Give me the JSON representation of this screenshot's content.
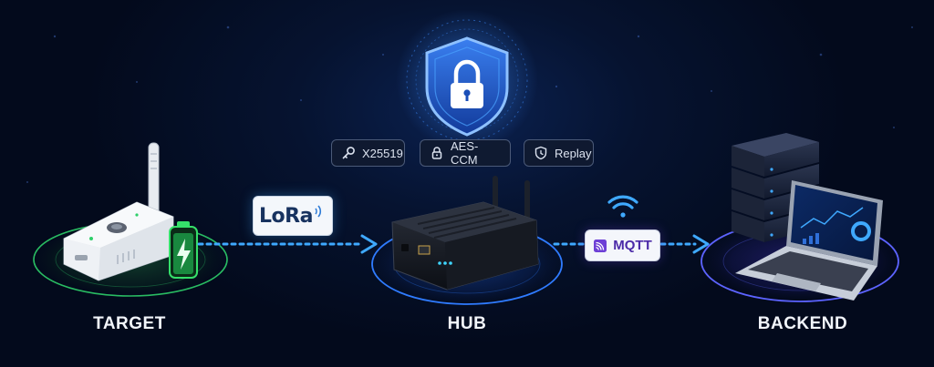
{
  "nodes": {
    "target": "TARGET",
    "hub": "HUB",
    "backend": "BACKEND"
  },
  "security": {
    "chips": [
      "X25519",
      "AES-CCM",
      "Replay"
    ]
  },
  "links": {
    "target_to_hub": "LoRa",
    "hub_to_backend": "MQTT"
  },
  "icons": [
    "shield-lock-icon",
    "key-icon",
    "lock-icon",
    "shield-clock-icon",
    "lora-signal-icon",
    "mqtt-icon",
    "wifi-icon",
    "battery-charging-icon"
  ],
  "colors": {
    "background": "#030a1c",
    "target_ring": "#2ecf6a",
    "hub_ring": "#2f7bff",
    "backend_ring": "#5c63ff",
    "flow": "#3fa9ff",
    "shield": "#4aa3ff",
    "mqtt": "#6d3fd6",
    "battery": "#35e06a"
  }
}
